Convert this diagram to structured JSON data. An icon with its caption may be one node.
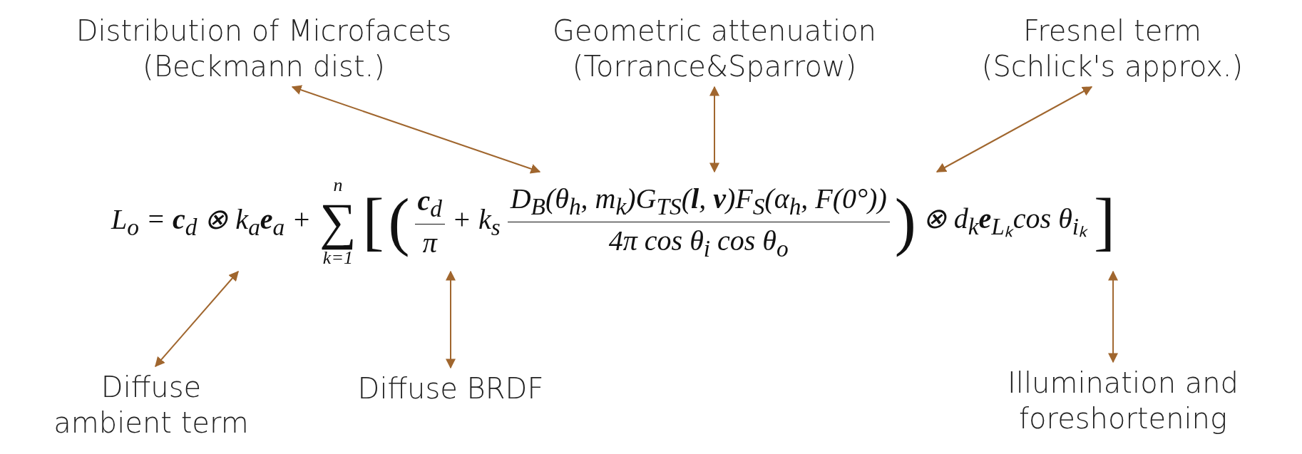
{
  "diagram": {
    "nodes": [
      {
        "text": [
          "Distribution of Microfacets (Beckmann dist.)"
        ]
      },
      {
        "text": [
          "Geometric attenuation (Torrance&Sparrow)"
        ]
      },
      {
        "text": [
          "Fresnel term (Schlick's approx.)"
        ]
      },
      {
        "text": [
          "L$_{o}$ = **c**$_{d}$ ⊗ k$_{a}$**e**$_{a}$ +",
          "n",
          "∑",
          "k=1",
          "[",
          "(",
          "**c**$_{d}$",
          "π",
          "+ k$_{s}$",
          "D$_{B}$(θ$_{h}$, m$_{k}$)G$_{TS}$(**l**, **v**)F$_{S}$(α$_{h}$, F(0°))",
          "4π cos θ$_{i}$ cos θ$_{o}$",
          ")",
          "⊗ d$_{k}$**e**$_{Lₖ}$cos θ$_{iₖ}$",
          "]"
        ]
      },
      {
        "text": [
          "Diffuse ambient term"
        ]
      },
      {
        "text": [
          "Diffuse BRDF"
        ]
      },
      {
        "text": [
          "Illumination and foreshortening"
        ]
      }
    ],
    "edges": [
      {
        "from": 0,
        "to": 3,
        "arrow": "both"
      },
      {
        "from": 1,
        "to": 3,
        "arrow": "both"
      },
      {
        "from": 2,
        "to": 3,
        "arrow": "both"
      },
      {
        "from": 4,
        "to": 3,
        "arrow": "both"
      },
      {
        "from": 5,
        "to": 3,
        "arrow": "both"
      },
      {
        "from": 6,
        "to": 3,
        "arrow": "both"
      }
    ]
  }
}
